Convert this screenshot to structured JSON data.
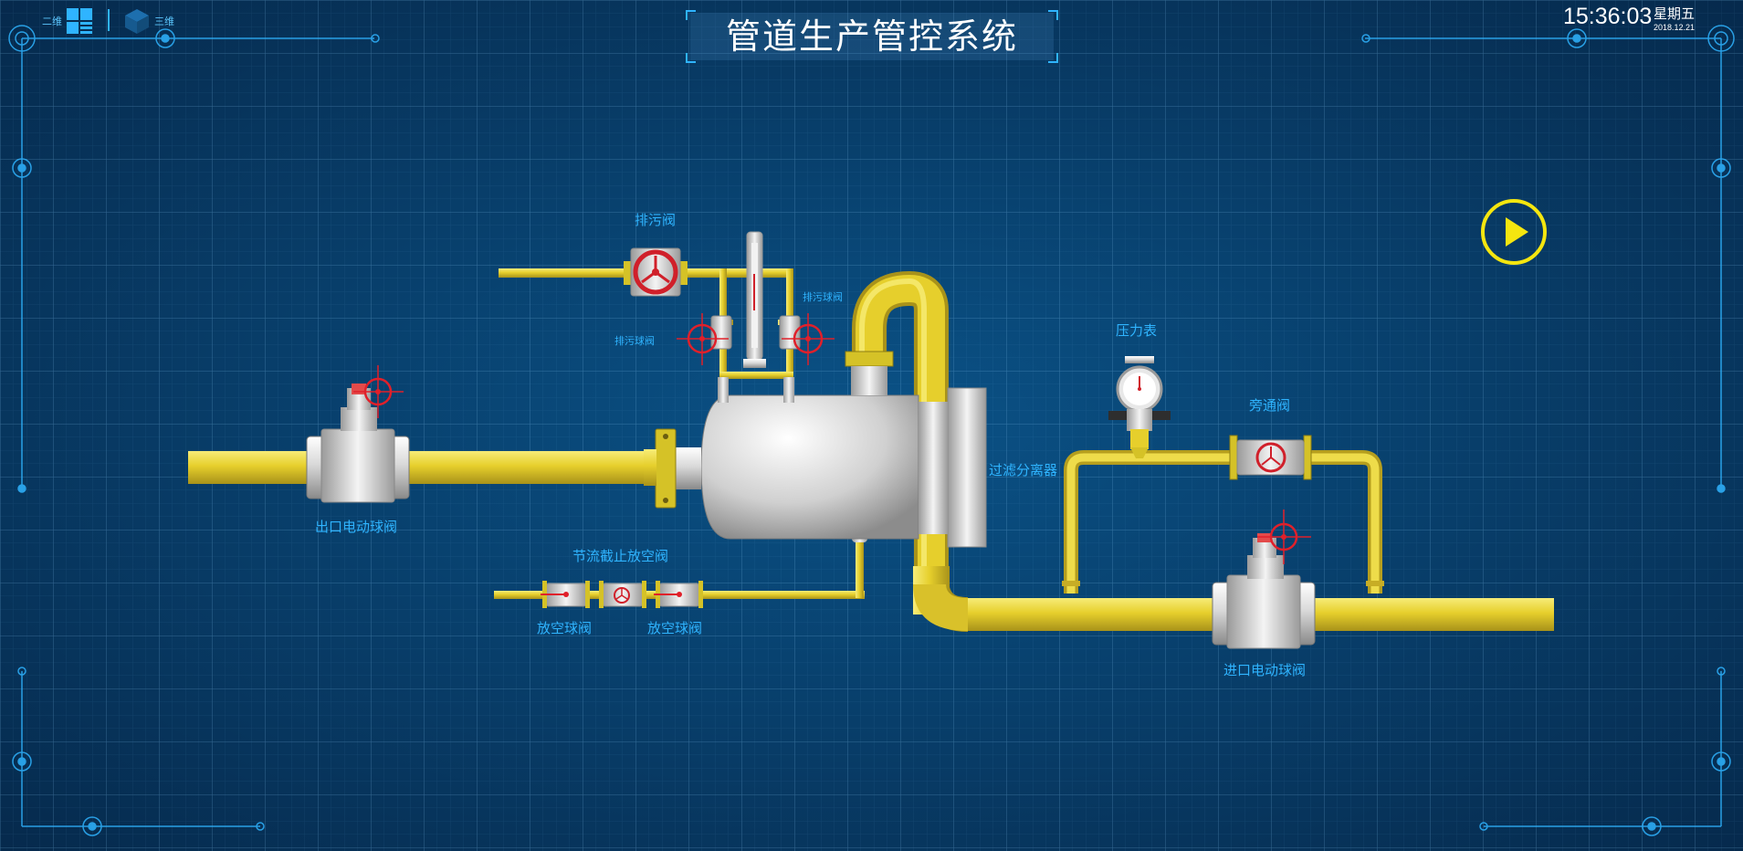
{
  "header": {
    "title": "管道生产管控系统",
    "time": "15:36:03",
    "weekday": "星期五",
    "date": "2018.12.21"
  },
  "view_tabs": [
    {
      "label": "二维",
      "icon": "grid-2d-icon",
      "active": true
    },
    {
      "label": "三维",
      "icon": "cube-3d-icon",
      "active": false
    }
  ],
  "equipment_labels": {
    "drain_valve": "排污阀",
    "drain_ball_valve_right": "排污球阀",
    "drain_ball_valve_left": "排污球阀",
    "outlet_valve": "出口电动球阀",
    "filter_separator": "过滤分离器",
    "pressure_gauge": "压力表",
    "bypass_valve": "旁通阀",
    "throttle_valve": "节流截止放空阀",
    "vent_ball_valve_left": "放空球阀",
    "vent_ball_valve_right": "放空球阀",
    "inlet_valve": "进口电动球阀"
  },
  "controls": {
    "play_icon": "play-icon"
  },
  "colors": {
    "background": "#0a3a66",
    "accent": "#2fb4ff",
    "pipe": "#e8d23a",
    "valve_handle": "#e0202a",
    "play": "#f5e60f"
  }
}
